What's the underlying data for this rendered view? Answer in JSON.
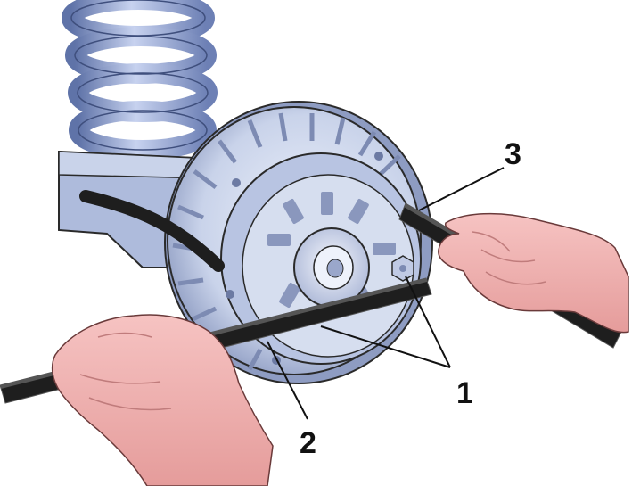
{
  "labels": {
    "callout_1": "1",
    "callout_2": "2",
    "callout_3": "3"
  },
  "colors": {
    "background": "#ffffff",
    "spring": "#8fa3d6",
    "spring_shadow": "#5f73a8",
    "drum": "#c9d3ea",
    "drum_shadow": "#8e9cc2",
    "drum_highlight": "#eef2fb",
    "hub": "#dbe2f3",
    "skin": "#f3b1b0",
    "skin_shadow": "#d98e8e",
    "bar": "#1e1e1e",
    "bar_edge": "#555555",
    "outline": "#2a2a2a"
  }
}
